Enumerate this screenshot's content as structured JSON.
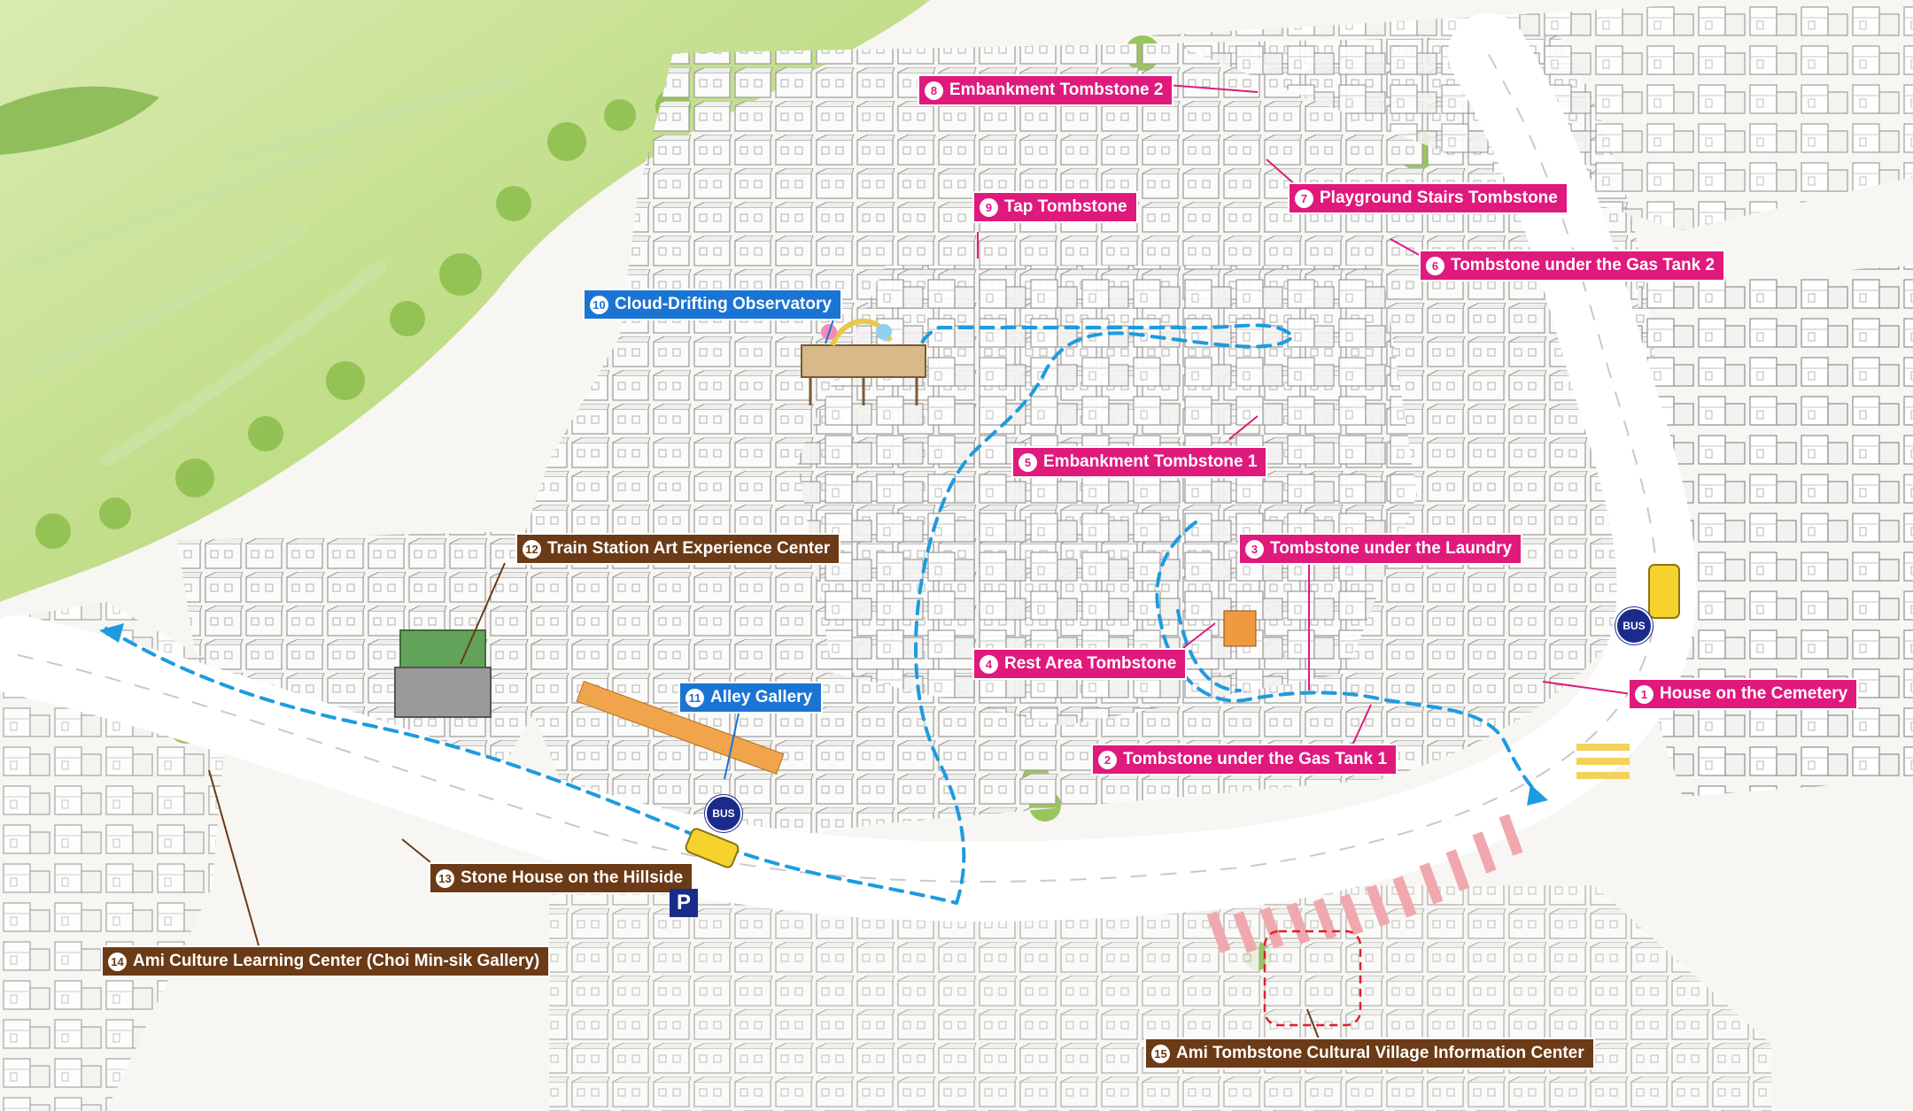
{
  "colors": {
    "tombstone": "#e0197d",
    "viewpoint": "#1a74d3",
    "culture": "#6b3a16",
    "route": "#1e9be0",
    "bus_marker": "#1b2b8c",
    "hill_green": "#a8cf72"
  },
  "icons": {
    "bus": "bus-stop-icon",
    "parking": "parking-icon"
  },
  "landmarks": [
    {
      "id": 1,
      "num": "1",
      "name": "House on the Cemetery",
      "category": "tombstone"
    },
    {
      "id": 2,
      "num": "2",
      "name": "Tombstone under the Gas Tank 1",
      "category": "tombstone"
    },
    {
      "id": 3,
      "num": "3",
      "name": "Tombstone under the Laundry",
      "category": "tombstone"
    },
    {
      "id": 4,
      "num": "4",
      "name": "Rest Area Tombstone",
      "category": "tombstone"
    },
    {
      "id": 5,
      "num": "5",
      "name": "Embankment Tombstone 1",
      "category": "tombstone"
    },
    {
      "id": 6,
      "num": "6",
      "name": "Tombstone under the Gas Tank 2",
      "category": "tombstone"
    },
    {
      "id": 7,
      "num": "7",
      "name": "Playground Stairs Tombstone",
      "category": "tombstone"
    },
    {
      "id": 8,
      "num": "8",
      "name": "Embankment Tombstone 2",
      "category": "tombstone"
    },
    {
      "id": 9,
      "num": "9",
      "name": "Tap Tombstone",
      "category": "tombstone"
    },
    {
      "id": 10,
      "num": "10",
      "name": "Cloud-Drifting Observatory",
      "category": "viewpoint"
    },
    {
      "id": 11,
      "num": "11",
      "name": "Alley Gallery",
      "category": "viewpoint"
    },
    {
      "id": 12,
      "num": "12",
      "name": "Train Station Art Experience Center",
      "category": "culture"
    },
    {
      "id": 13,
      "num": "13",
      "name": "Stone House on the Hillside",
      "category": "culture"
    },
    {
      "id": 14,
      "num": "14",
      "name": "Ami Culture Learning Center (Choi Min-sik Gallery)",
      "category": "culture"
    },
    {
      "id": 15,
      "num": "15",
      "name": "Ami Tombstone Cultural Village Information Center",
      "category": "culture"
    }
  ],
  "bus_stops": [
    {
      "label": "BUS"
    },
    {
      "label": "BUS"
    }
  ],
  "parking": {
    "label": "P"
  }
}
